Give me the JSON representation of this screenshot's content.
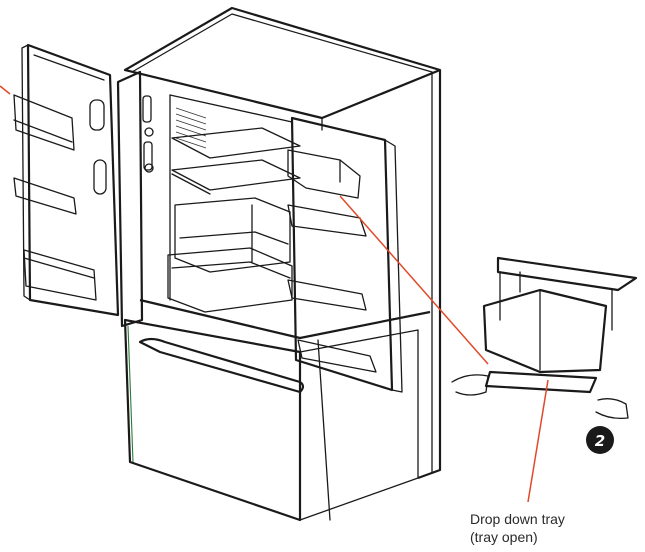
{
  "callout": {
    "line1": "Drop down tray",
    "line2": "(tray open)"
  },
  "step_badge": "2",
  "colors": {
    "leader_line": "#e04a2a",
    "drawer_edge": "#2a7a3a",
    "badge_fill": "#1a1a1a"
  }
}
